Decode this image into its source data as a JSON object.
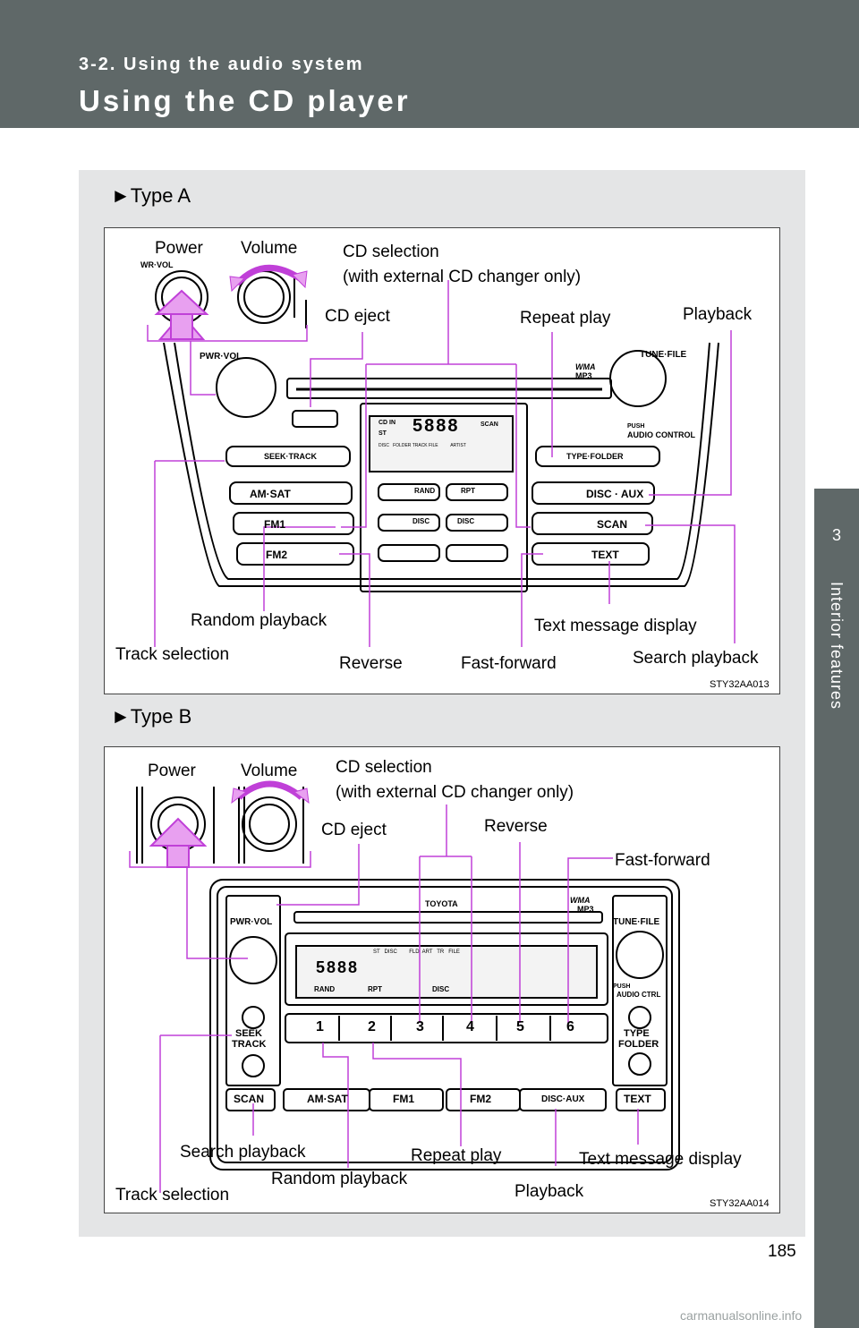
{
  "header": {
    "section": "3-2. Using the audio system",
    "title": "Using the CD player"
  },
  "side_tab": {
    "chapter_number": "3",
    "chapter_title": "Interior features"
  },
  "page_number": "185",
  "watermark": "carmanualsonline.info",
  "colors": {
    "header_bg": "#5f6868",
    "panel_bg": "#e4e5e6",
    "callout_line": "#c040d8"
  },
  "type_a": {
    "title": "►Type A",
    "figure_code": "STY32AA013",
    "labels": {
      "power": "Power",
      "volume": "Volume",
      "cd_selection_1": "CD selection",
      "cd_selection_2": "(with external CD changer only)",
      "cd_eject": "CD eject",
      "repeat_play": "Repeat play",
      "playback": "Playback",
      "random_playback": "Random playback",
      "text_message_display": "Text message display",
      "track_selection": "Track selection",
      "reverse": "Reverse",
      "fast_forward": "Fast-forward",
      "search_playback": "Search playback"
    },
    "device": {
      "pwr_vol": "PWR·VOL",
      "tune_file": "TUNE·FILE",
      "wma": "WMA",
      "mp3": "MP3",
      "push": "PUSH",
      "audio_control": "AUDIO  CONTROL",
      "seek_track": "SEEK·TRACK",
      "type_folder": "TYPE·FOLDER",
      "am_sat": "AM·SAT",
      "fm1": "FM1",
      "fm2": "FM2",
      "disc_aux": "DISC · AUX",
      "scan": "SCAN",
      "text": "TEXT",
      "rand": "RAND",
      "rpt": "RPT",
      "disc": "DISC",
      "wr_vol": "WR·VOL",
      "display_digits": "5888",
      "display_scan": "SCAN",
      "display_st": "ST",
      "display_cd_in": "CD IN",
      "display_row": "DISC   FOLDER TRACK FILE          ARTIST"
    }
  },
  "type_b": {
    "title": "►Type B",
    "figure_code": "STY32AA014",
    "labels": {
      "power": "Power",
      "volume": "Volume",
      "cd_selection_1": "CD selection",
      "cd_selection_2": "(with external CD changer only)",
      "cd_eject": "CD eject",
      "reverse": "Reverse",
      "fast_forward": "Fast-forward",
      "search_playback": "Search playback",
      "repeat_play": "Repeat play",
      "text_message_display": "Text message display",
      "track_selection": "Track selection",
      "random_playback": "Random playback",
      "playback": "Playback"
    },
    "device": {
      "toyota": "TOYOTA",
      "wma": "WMA",
      "mp3": "MP3",
      "pwr_vol": "PWR·VOL",
      "tune_file": "TUNE·FILE",
      "push": "PUSH",
      "audio_ctrl": "AUDIO CTRL",
      "seek": "SEEK",
      "track": "TRACK",
      "type": "TYPE",
      "folder": "FOLDER",
      "scan": "SCAN",
      "am_sat": "AM·SAT",
      "fm1": "FM1",
      "fm2": "FM2",
      "disc_aux": "DISC·AUX",
      "text": "TEXT",
      "rand": "RAND",
      "rpt": "RPT",
      "disc": "DISC",
      "display_digits": "5888",
      "display_row": "ST   DISC        FLD  ART   TR   FILE"
    }
  }
}
